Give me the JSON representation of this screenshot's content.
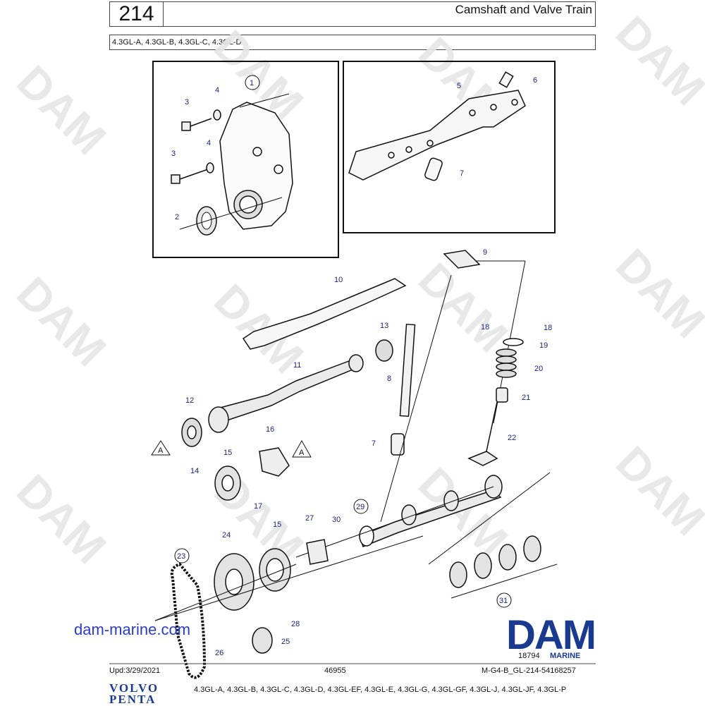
{
  "header": {
    "page_number": "214",
    "title": "Camshaft and Valve Train",
    "models": "4.3GL-A, 4.3GL-B, 4.3GL-C, 4.3GL-D"
  },
  "diagram": {
    "watermark": "DAM",
    "callouts": [
      "1",
      "2",
      "3",
      "3",
      "4",
      "4",
      "5",
      "6",
      "7",
      "9",
      "10",
      "18",
      "18",
      "19",
      "13",
      "20",
      "8",
      "11",
      "21",
      "12",
      "16",
      "22",
      "7",
      "15",
      "14",
      "17",
      "29",
      "27",
      "30",
      "15",
      "24",
      "23",
      "31",
      "28",
      "26",
      "25"
    ],
    "reference_marks": [
      "A",
      "A"
    ]
  },
  "branding": {
    "url": "dam-marine.com",
    "logo_text": "DAM",
    "logo_subtext": "MARINE",
    "image_number": "18794",
    "volvo_line1": "VOLVO",
    "volvo_line2": "PENTA"
  },
  "footer": {
    "updated": "Upd:3/29/2021",
    "center_number": "46955",
    "reference": "M-G4-B_GL-214-54168257",
    "models": "4.3GL-A, 4.3GL-B, 4.3GL-C, 4.3GL-D, 4.3GL-EF, 4.3GL-E, 4.3GL-G, 4.3GL-GF, 4.3GL-J, 4.3GL-JF, 4.3GL-P"
  }
}
